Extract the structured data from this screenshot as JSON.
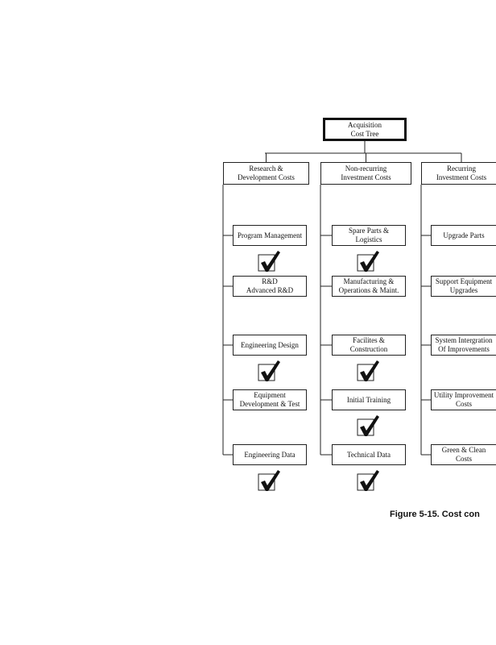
{
  "diagram": {
    "root": "Acquisition\nCost Tree",
    "columns": [
      {
        "header": "Research &\nDevelopment Costs",
        "items": [
          {
            "label": "Program Management",
            "checked": true
          },
          {
            "label": "R&D\nAdvanced R&D",
            "checked": false
          },
          {
            "label": "Engineering Design",
            "checked": true
          },
          {
            "label": "Equipment\nDevelopment & Test",
            "checked": false
          },
          {
            "label": "Engineering Data",
            "checked": true
          }
        ]
      },
      {
        "header": "Non-recurring\nInvestment Costs",
        "items": [
          {
            "label": "Spare Parts &\nLogistics",
            "checked": true
          },
          {
            "label": "Manufacturing &\nOperations & Maint.",
            "checked": false
          },
          {
            "label": "Facilites &\nConstruction",
            "checked": true
          },
          {
            "label": "Initial Training",
            "checked": true
          },
          {
            "label": "Technical Data",
            "checked": true
          }
        ]
      },
      {
        "header": "Recurring\nInvestment Costs",
        "items": [
          {
            "label": "Upgrade Parts",
            "checked": false
          },
          {
            "label": "Support Equipment\nUpgrades",
            "checked": false
          },
          {
            "label": "System Intergration\nOf Improvements",
            "checked": false
          },
          {
            "label": "Utility Improvement\nCosts",
            "checked": false
          },
          {
            "label": "Green & Clean Costs",
            "checked": false
          }
        ]
      }
    ]
  },
  "caption": "Figure 5-15. Cost con"
}
